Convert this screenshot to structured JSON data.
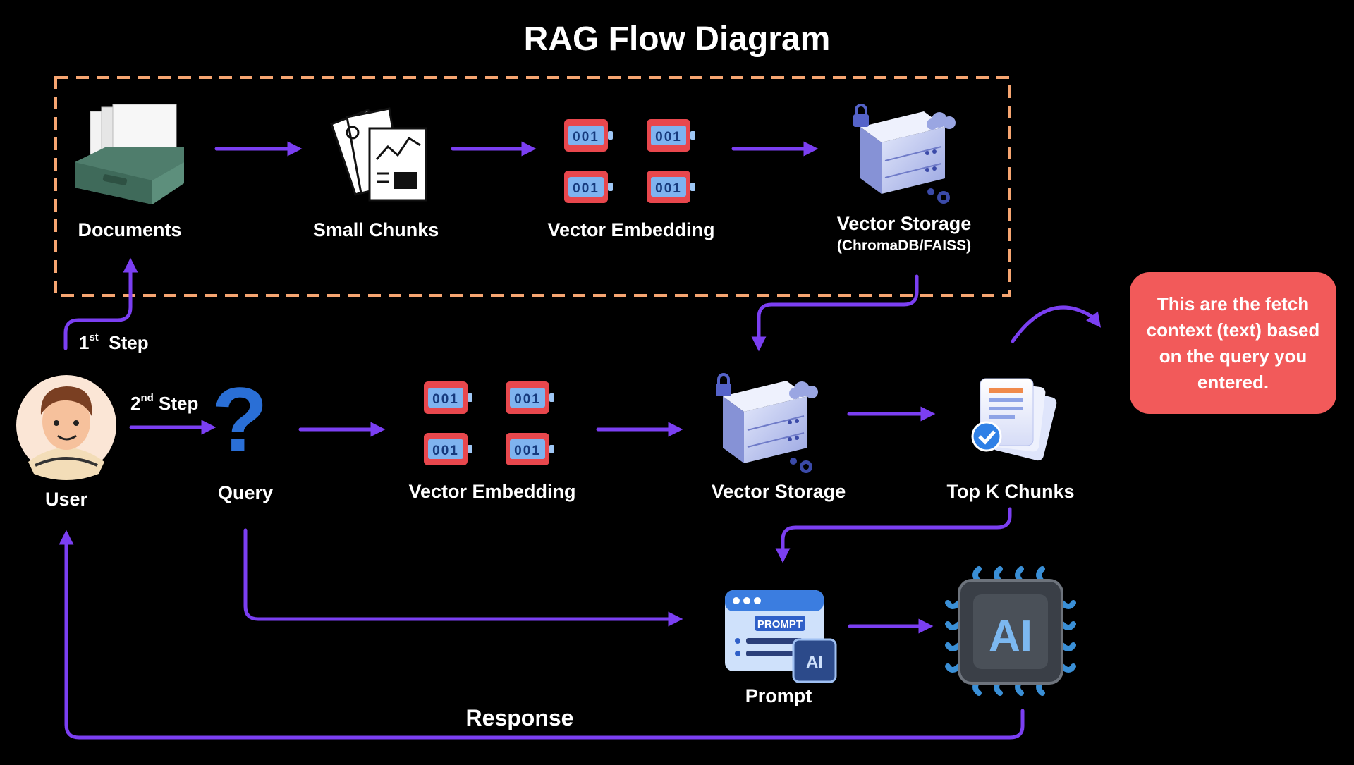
{
  "title": "RAG Flow Diagram",
  "nodes": {
    "documents": "Documents",
    "small_chunks": "Small Chunks",
    "vector_embedding_1": "Vector Embedding",
    "vector_storage_1": "Vector Storage",
    "vector_storage_1_sub": "(ChromaDB/FAISS)",
    "user": "User",
    "query": "Query",
    "vector_embedding_2": "Vector Embedding",
    "vector_storage_2": "Vector Storage",
    "top_k_chunks": "Top K Chunks",
    "prompt": "Prompt"
  },
  "steps": {
    "first_num": "1",
    "first_sup": "st",
    "first_word": "Step",
    "second_num": "2",
    "second_sup": "nd",
    "second_word": "Step"
  },
  "response_label": "Response",
  "note": "This are the fetch context (text) based on the query you entered.",
  "embedding_chip_text": "001",
  "prompt_tag": "PROMPT",
  "ai_chip_text": "AI",
  "colors": {
    "arrow": "#7b3ff2",
    "dashed_box": "#f6a571",
    "note_bg": "#f25a5a",
    "chip_red": "#e8474d",
    "background": "#000000"
  }
}
